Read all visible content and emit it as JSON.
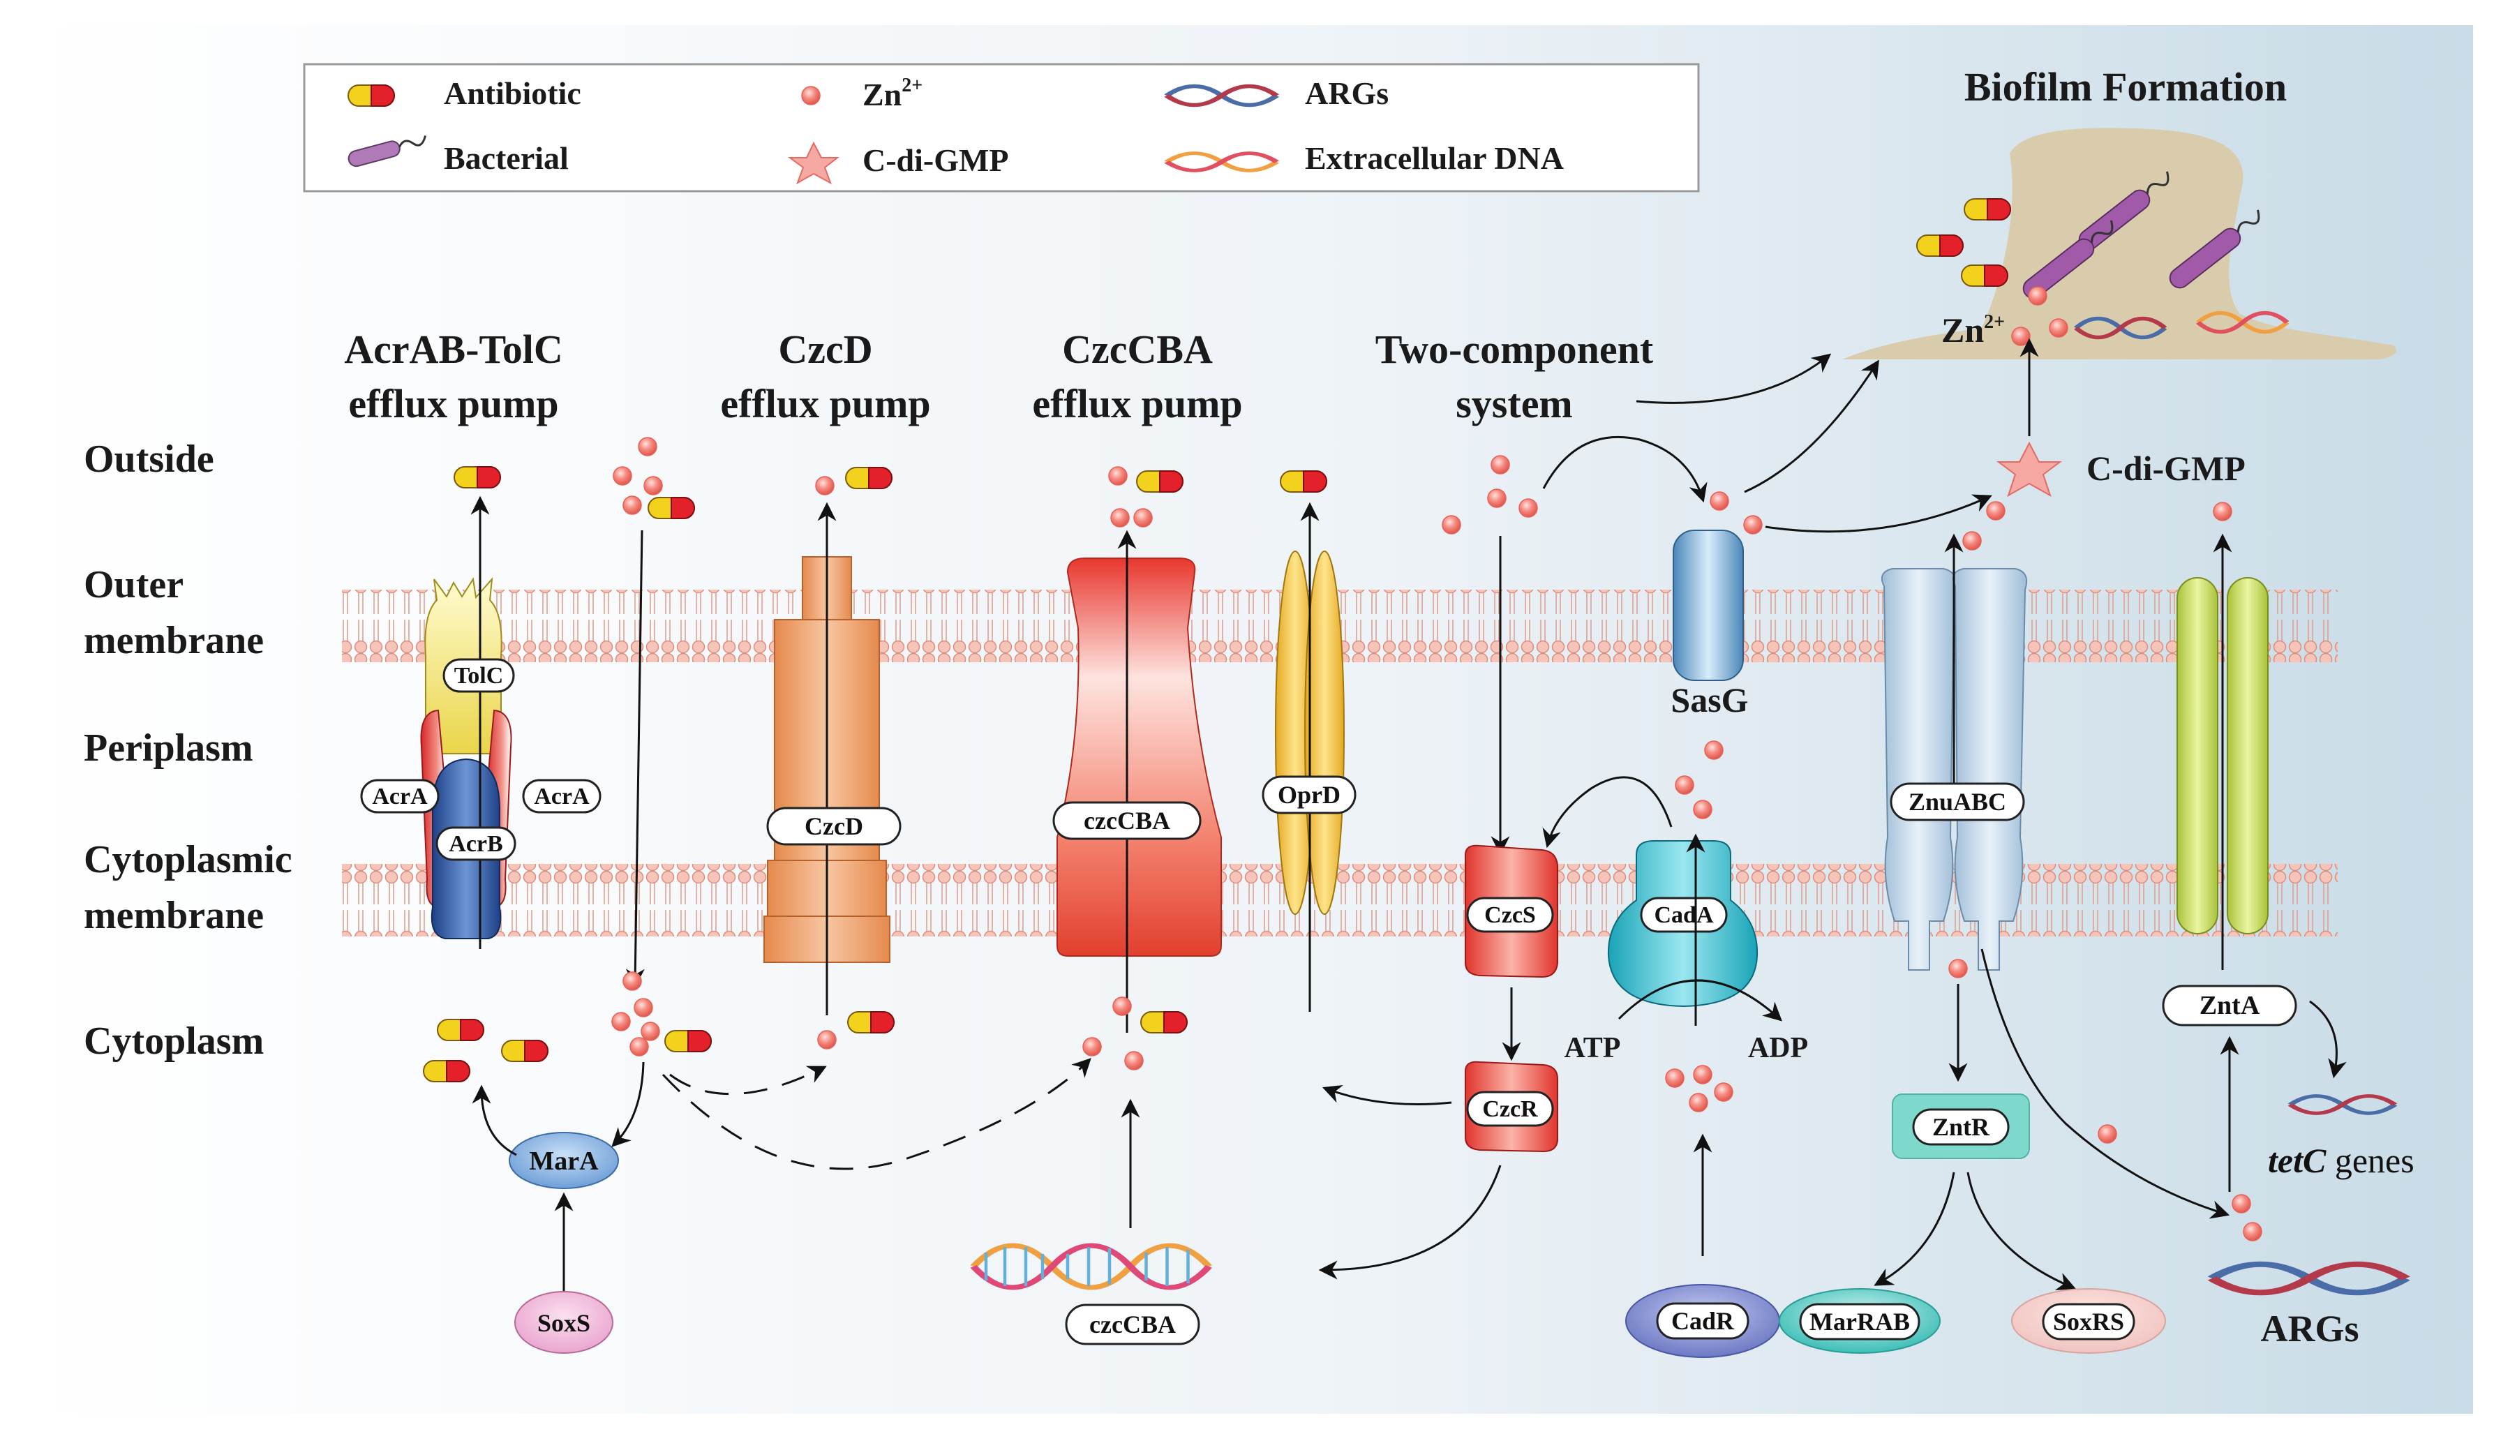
{
  "legend": {
    "antibiotic": "Antibiotic",
    "bacterial": "Bacterial",
    "zn": "Zn",
    "zn_charge": "2+",
    "cdigmp": "C-di-GMP",
    "args": "ARGs",
    "edna": "Extracellular DNA"
  },
  "regions": {
    "outside": "Outside",
    "outer_1": "Outer",
    "outer_2": "membrane",
    "periplasm": "Periplasm",
    "cyto_mem_1": "Cytoplasmic",
    "cyto_mem_2": "membrane",
    "cytoplasm": "Cytoplasm"
  },
  "headers": {
    "acrab_1": "AcrAB-TolC",
    "acrab_2": "efflux pump",
    "czcd_1": "CzcD",
    "czcd_2": "efflux pump",
    "czccba_1": "CzcCBA",
    "czccba_2": "efflux pump",
    "tcs_1": "Two-component",
    "tcs_2": "system",
    "biofilm": "Biofilm Formation"
  },
  "proteins": {
    "tolc": "TolC",
    "acra": "AcrA",
    "acrb": "AcrB",
    "czcd": "CzcD",
    "czccba": "czcCBA",
    "oprd": "OprD",
    "czcs": "CzcS",
    "czcr": "CzcR",
    "cada": "CadA",
    "sasg": "SasG",
    "znuabc": "ZnuABC",
    "zntr": "ZntR",
    "znta": "ZntA",
    "mara": "MarA",
    "soxs": "SoxS",
    "czccba_gene": "czcCBA",
    "cadr": "CadR",
    "marrab": "MarRAB",
    "soxrs": "SoxRS"
  },
  "misc": {
    "atp": "ATP",
    "adp": "ADP",
    "cdigmp": "C-di-GMP",
    "biofilm_zn": "Zn",
    "biofilm_zn_charge": "2+",
    "tetc_italic": "tetC",
    "tetc_rest": " genes",
    "args": "ARGs"
  },
  "colors": {
    "background_left": "#ffffff",
    "background_right": "#cfe0ea",
    "membrane_head": "#f3b9ad",
    "antibiotic_red": "#e4202a",
    "antibiotic_yellow": "#f2d21c",
    "zinc": "#f0736a",
    "biofilm": "#d9ccac"
  }
}
